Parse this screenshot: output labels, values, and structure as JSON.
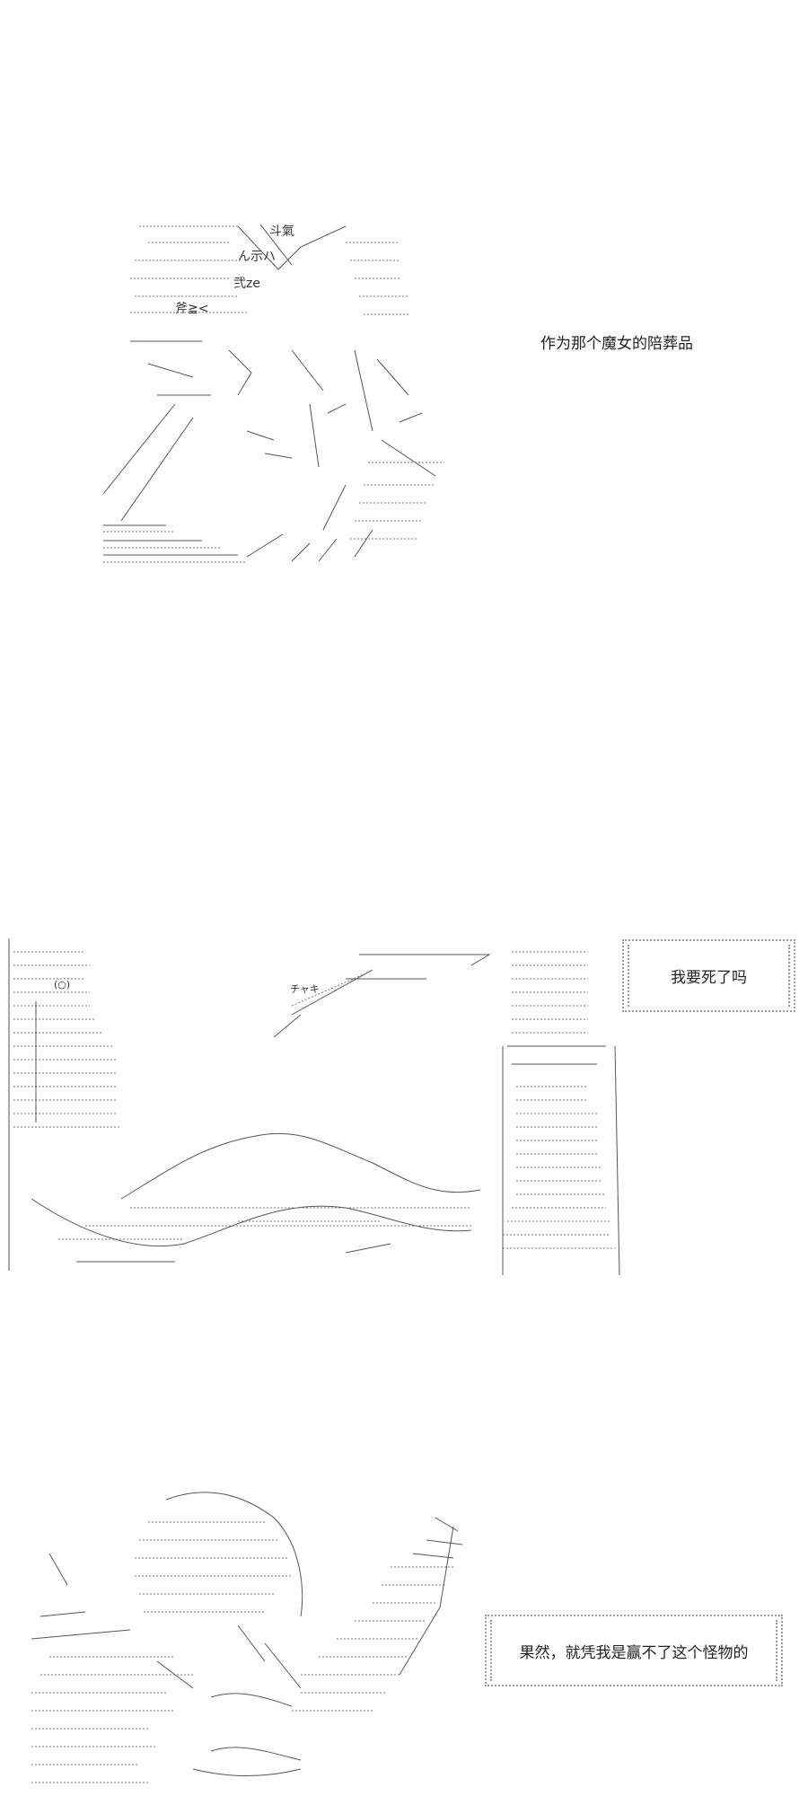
{
  "panels": [
    {
      "caption": "作为那个魔女的陪葬品",
      "art_text": [
        "斗氣",
        "ん示ハ",
        "弐ze",
        "斧≧<"
      ]
    },
    {
      "caption": "我要死了吗",
      "art_text": [
        "チャキ",
        "(○)"
      ]
    },
    {
      "caption": "果然，就凭我是赢不了这个怪物的",
      "art_text": []
    }
  ]
}
